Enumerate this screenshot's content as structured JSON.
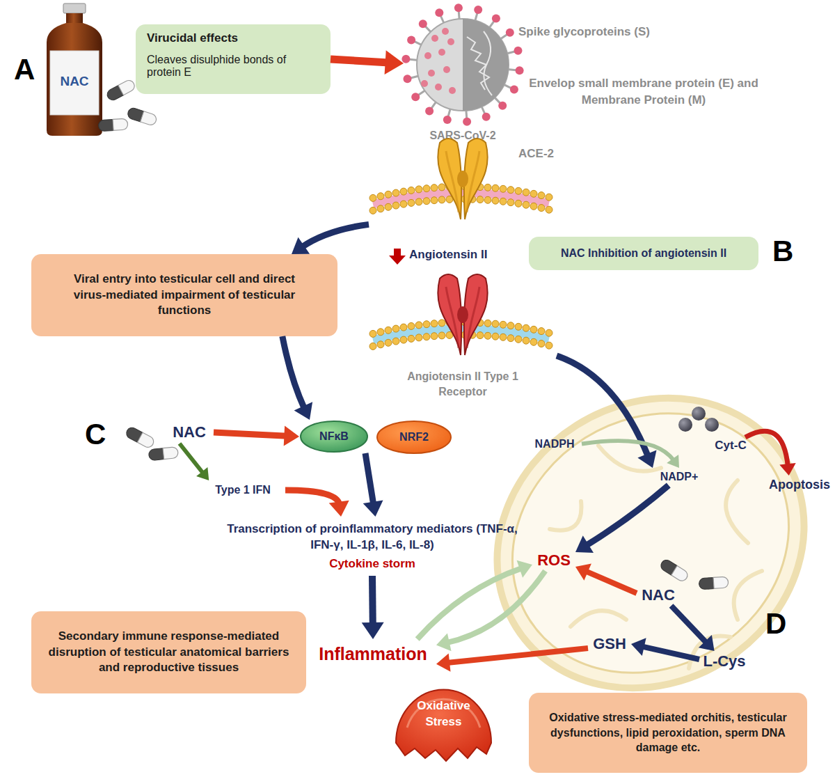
{
  "diagram": {
    "nodes": [
      {
        "text": [
          "NAC"
        ]
      },
      {
        "text": [
          "Virucidal effects",
          "Cleaves disulphide bonds of protein E"
        ]
      },
      {
        "text": [
          "SARS-CoV-2"
        ]
      },
      {
        "text": [
          "ACE-2"
        ]
      },
      {
        "text": [
          "NAC Inhibition of angiotensin II"
        ]
      },
      {
        "text": [
          "Viral entry into testicular cell and direct virus-mediated impairment of testicular functions"
        ]
      },
      {
        "text": [
          "Angiotensin II Type 1 Receptor"
        ]
      },
      {
        "text": [
          "NAC"
        ]
      },
      {
        "text": [
          "NFκB"
        ]
      },
      {
        "text": [
          "NRF2"
        ]
      },
      {
        "text": [
          "Cyt-C"
        ]
      },
      {
        "text": [
          "NADPH"
        ]
      },
      {
        "text": [
          "NADP+"
        ]
      },
      {
        "text": [
          "Apoptosis"
        ]
      },
      {
        "text": [
          "Type 1 IFN"
        ]
      },
      {
        "text": [
          "Transcription of proinflammatory mediators (TNF-α, IFN-γ, IL-1β, IL-6, IL-8)",
          "Cytokine storm"
        ]
      },
      {
        "text": [
          "ROS"
        ]
      },
      {
        "text": [
          "NAC"
        ]
      },
      {
        "text": [
          "Secondary immune response-mediated disruption of testicular anatomical barriers and reproductive tissues"
        ]
      },
      {
        "text": [
          "Inflammation"
        ]
      },
      {
        "text": [
          "GSH"
        ]
      },
      {
        "text": [
          "L-Cys"
        ]
      },
      {
        "text": [
          "Oxidative Stress"
        ]
      },
      {
        "text": [
          "Oxidative stress-mediated orchitis, testicular dysfunctions, lipid peroxidation, sperm DNA damage etc."
        ]
      }
    ],
    "edges": [
      {
        "from": 1,
        "to": 2,
        "arrow": "to"
      },
      {
        "from": 3,
        "to": 5,
        "arrow": "to"
      },
      {
        "from": 5,
        "to": 8,
        "arrow": "to"
      },
      {
        "from": 6,
        "to": 12,
        "arrow": "to"
      },
      {
        "from": 7,
        "to": 8,
        "arrow": "to"
      },
      {
        "from": 7,
        "to": 14,
        "arrow": "to"
      },
      {
        "from": 14,
        "to": 15,
        "arrow": "to"
      },
      {
        "from": 8,
        "to": 15,
        "arrow": "to"
      },
      {
        "from": 15,
        "to": 19,
        "arrow": "to"
      },
      {
        "from": 11,
        "to": 12,
        "arrow": "to"
      },
      {
        "from": 10,
        "to": 13,
        "arrow": "to"
      },
      {
        "from": 12,
        "to": 16,
        "arrow": "to"
      },
      {
        "from": 17,
        "to": 16,
        "arrow": "to"
      },
      {
        "from": 17,
        "to": 21,
        "arrow": "to"
      },
      {
        "from": 21,
        "to": 20,
        "arrow": "to"
      },
      {
        "from": 20,
        "to": 19,
        "arrow": "to"
      },
      {
        "from": 19,
        "to": 16,
        "arrow": "to"
      },
      {
        "from": 16,
        "to": 19,
        "arrow": "to"
      }
    ],
    "labels": [
      "A",
      "Spike glycoproteins (S)",
      "Envelop small membrane protein (E) and Membrane Protein (M)",
      "Angiotensin II",
      "B",
      "C",
      "D"
    ]
  }
}
